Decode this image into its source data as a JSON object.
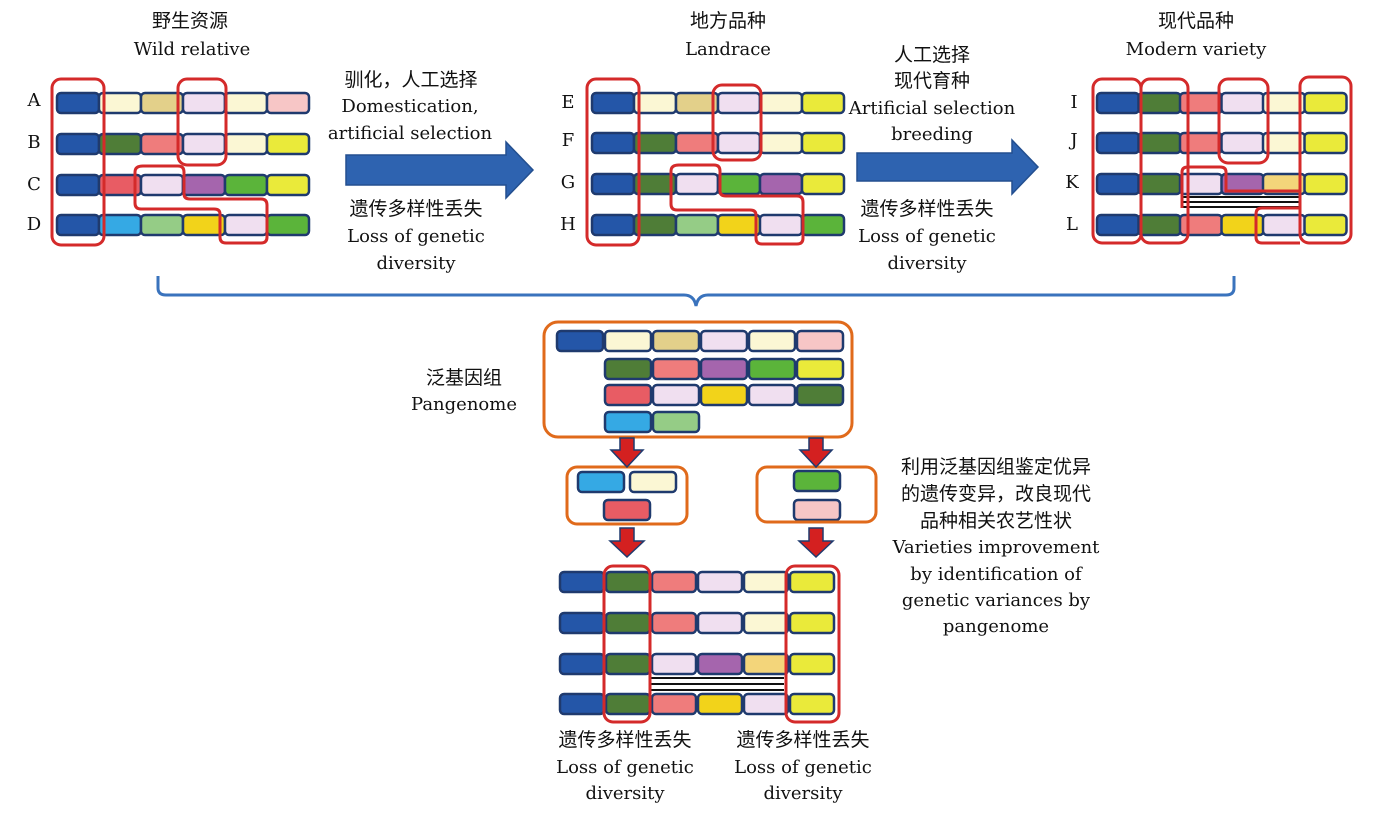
{
  "colors": {
    "block_border": "#1f3a6e",
    "red_box": "#d42a2a",
    "orange_box": "#e06a1b",
    "blue_arrow": "#2e63b0",
    "down_arrow_fill": "#d42020",
    "down_arrow_edge": "#1f3a6e",
    "bracket": "#3a73bd",
    "palette": {
      "N": "#2456a8",
      "g": "#4f7d37",
      "p": "#ef7c7c",
      "l": "#f0dff0",
      "c": "#fbf7d4",
      "k": "#e3d08a",
      "y": "#eaea3a",
      "r": "#f7c6c6",
      "u": "#a565ad",
      "G": "#5bb43a",
      "R": "#e85c64",
      "b": "#35a9e4",
      "m": "#95cc86",
      "o": "#f2d31a",
      "s": "#f3d57a"
    }
  },
  "groups": {
    "wild": {
      "title_zh": "野生资源",
      "title_en": "Wild relative",
      "rows": [
        {
          "label": "A",
          "blocks": "Nckl cr"
        },
        {
          "label": "B",
          "blocks": "Ngplcy"
        },
        {
          "label": "C",
          "blocks": "NRluGy"
        },
        {
          "label": "D",
          "blocks": "NbmolG"
        }
      ]
    },
    "landrace": {
      "title_zh": "地方品种",
      "title_en": "Landrace",
      "rows": [
        {
          "label": "E",
          "blocks": "Nckl cy"
        },
        {
          "label": "F",
          "blocks": "Ngplcy"
        },
        {
          "label": "G",
          "blocks": "NglGuy"
        },
        {
          "label": "H",
          "blocks": "NgmolG"
        }
      ]
    },
    "modern": {
      "title_zh": "现代品种",
      "title_en": "Modern variety",
      "rows": [
        {
          "label": "I",
          "blocks": "Ngplcy"
        },
        {
          "label": "J",
          "blocks": "Ngplcy"
        },
        {
          "label": "K",
          "blocks": "Nglusy"
        },
        {
          "label": "L",
          "blocks": "Ngpoly"
        }
      ]
    }
  },
  "arrows": {
    "first": {
      "top_zh": "驯化，人工选择",
      "top_en_1": "Domestication,",
      "top_en_2": "artificial selection",
      "bottom_zh": "遗传多样性丢失",
      "bottom_en_1": "Loss of genetic",
      "bottom_en_2": "diversity"
    },
    "second": {
      "top_zh_1": "人工选择",
      "top_zh_2": "现代育种",
      "top_en_1": "Artificial selection",
      "top_en_2": "breeding",
      "bottom_zh": "遗传多样性丢失",
      "bottom_en_1": "Loss of genetic",
      "bottom_en_2": "diversity"
    }
  },
  "pangenome": {
    "label_zh": "泛基因组",
    "label_en": "Pangenome",
    "rows": [
      "Nckl cr",
      "gpuGy",
      "Rlolg",
      "bm"
    ]
  },
  "selection": {
    "left_rows": [
      "bc",
      "R"
    ],
    "right_rows": [
      "G",
      "r"
    ]
  },
  "improvement": {
    "zh_1": "利用泛基因组鉴定优异",
    "zh_2": "的遗传变异，改良现代",
    "zh_3": "品种相关农艺性状",
    "en_1": "Varieties improvement",
    "en_2": "by identification of",
    "en_3": "genetic variances by",
    "en_4": "pangenome"
  },
  "improved": {
    "rows": [
      "Ngplcy",
      "Ngplcy",
      "Nglusy",
      "Ngpoly"
    ]
  },
  "bottom_labels": {
    "left_zh": "遗传多样性丢失",
    "left_en_1": "Loss of genetic",
    "left_en_2": "diversity",
    "right_zh": "遗传多样性丢失",
    "right_en_1": "Loss of genetic",
    "right_en_2": "diversity"
  }
}
